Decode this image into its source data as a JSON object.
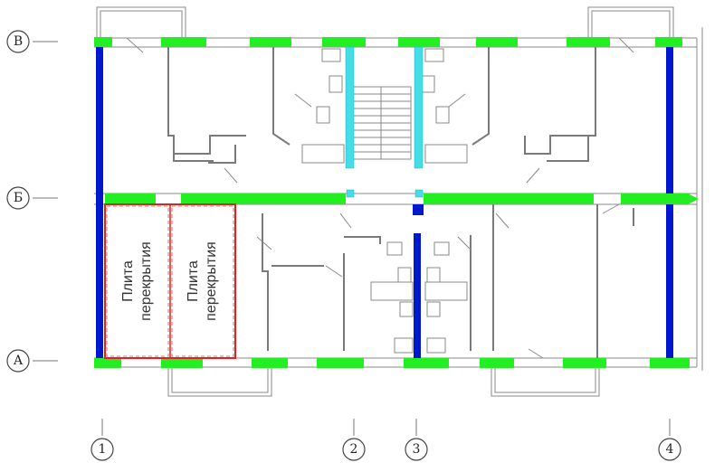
{
  "axes": {
    "rows": [
      {
        "id": "row-b-cyr-ve",
        "label": "В"
      },
      {
        "id": "row-b-cyr-be",
        "label": "Б"
      },
      {
        "id": "row-a",
        "label": "А"
      }
    ],
    "columns": [
      {
        "id": "col-1",
        "label": "1"
      },
      {
        "id": "col-2",
        "label": "2"
      },
      {
        "id": "col-3",
        "label": "3"
      },
      {
        "id": "col-4",
        "label": "4"
      }
    ]
  },
  "slabs": [
    {
      "line1": "Плита",
      "line2": "перекрытия"
    },
    {
      "line1": "Плита",
      "line2": "перекрытия"
    }
  ],
  "colors": {
    "window": "#22ee22",
    "bearing_wall": "#0018cc",
    "stair_wall": "#44dde6",
    "slab_outline": "#dd2222"
  }
}
